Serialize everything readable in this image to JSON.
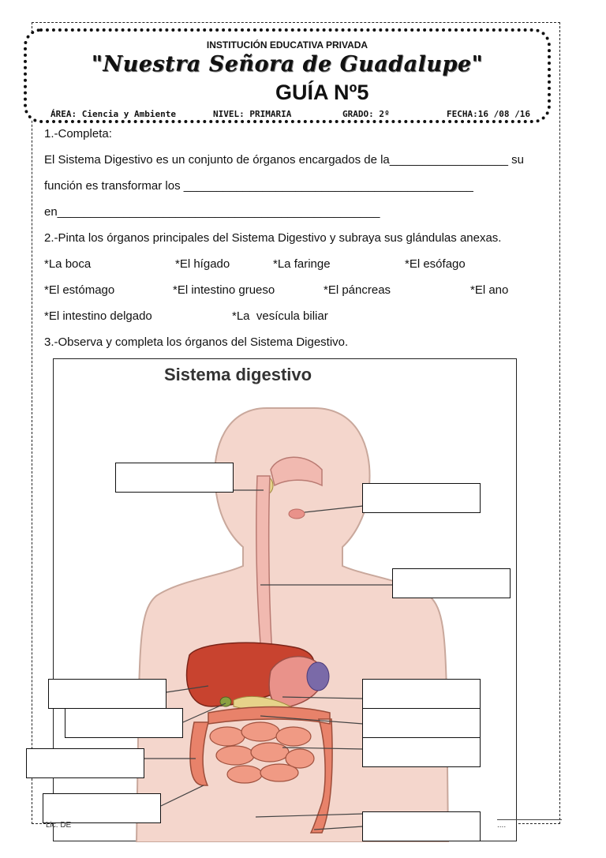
{
  "header": {
    "institution": "INSTITUCIÓN EDUCATIVA PRIVADA",
    "motto": "\"Nuestra Señora de Guadalupe\"",
    "guide_title": "GUÍA Nº5",
    "area": "ÁREA: Ciencia y Ambiente",
    "nivel": "NIVEL: PRIMARIA",
    "grado": "GRADO: 2º",
    "fecha": "FECHA:16 /08 /16"
  },
  "body": {
    "q1_title": "1.-Completa:",
    "q1_line1": "El Sistema Digestivo es un conjunto de órganos encargados de la__________________ su",
    "q1_line2": "función es transformar los ____________________________________________",
    "q1_line3": "en_________________________________________________",
    "q2_title": "2.-Pinta los órganos principales del Sistema Digestivo y subraya sus glándulas anexas.",
    "organs_row1": [
      "*La boca",
      "*El hígado",
      "*La faringe",
      "*El esófago"
    ],
    "organs_row2": [
      "*El estómago",
      "*El intestino grueso",
      "*El páncreas",
      "*El ano"
    ],
    "organs_row3": [
      "*El intestino delgado",
      "*La  vesícula biliar"
    ],
    "q3_title": "3.-Observa y completa los órganos del Sistema Digestivo."
  },
  "diagram": {
    "title": "Sistema digestivo",
    "colors": {
      "skin": "#f4d6cc",
      "skin_outline": "#c9a89c",
      "liver": "#c8432f",
      "stomach": "#e9928a",
      "intestine": "#e8826a",
      "esophagus": "#f1b9b0",
      "spleen": "#7a6aa8",
      "gland": "#e6d38a"
    }
  },
  "footer": {
    "left": "Lic. DE",
    "right": "...."
  }
}
